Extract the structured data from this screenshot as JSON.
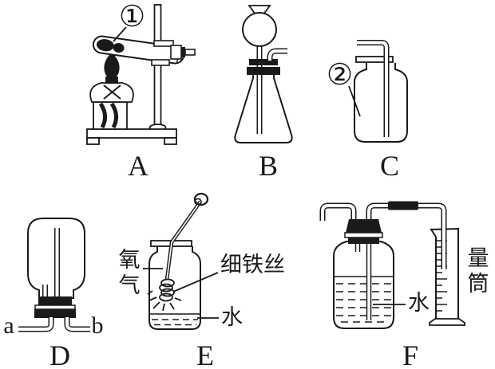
{
  "page": {
    "background": "#ffffff",
    "ink_color": "#1a1a1a"
  },
  "apparatus": {
    "a": {
      "letter": "A",
      "callout": "①"
    },
    "b": {
      "letter": "B"
    },
    "c": {
      "letter": "C",
      "callout": "②"
    },
    "d": {
      "letter": "D",
      "port_left": "a",
      "port_right": "b"
    },
    "e": {
      "letter": "E",
      "label_oxygen": "氧气",
      "label_iron_wire": "细铁丝",
      "label_water": "水"
    },
    "f": {
      "letter": "F",
      "label_water": "水",
      "label_cylinder": "量筒"
    }
  }
}
